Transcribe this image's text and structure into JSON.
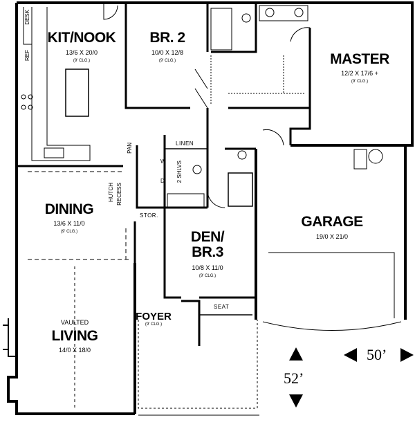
{
  "rooms": {
    "kit_nook": {
      "name": "KIT/NOOK",
      "dims": "13/6 X 20/0",
      "clg": "(9' CLG.)"
    },
    "br2": {
      "name": "BR. 2",
      "dims": "10/0 X 12/8",
      "clg": "(9' CLG.)"
    },
    "master": {
      "name": "MASTER",
      "dims": "12/2 X 17/6 +",
      "clg": "(9' CLG.)"
    },
    "dining": {
      "name": "DINING",
      "dims": "13/6 X 11/0",
      "clg": "(9' CLG.)"
    },
    "den": {
      "name1": "DEN/",
      "name2": "BR.3",
      "dims": "10/8 X 11/0",
      "clg": "(9' CLG.)"
    },
    "garage": {
      "name": "GARAGE",
      "dims": "19/0 X 21/0"
    },
    "foyer": {
      "name": "FOYER",
      "clg": "(9' CLG.)"
    },
    "living": {
      "prefix": "VAULTED",
      "name": "LIVING",
      "dims": "14/0 X 18/0"
    }
  },
  "labels": {
    "desk": "DESK",
    "ref": "REF",
    "pan": "PAN",
    "hutch1": "HUTCH",
    "hutch2": "RECESS",
    "linen": "LINEN",
    "shelves": "2 SHLVS",
    "dw_d": "D",
    "dw_w": "W",
    "stor": "STOR.",
    "seat": "SEAT"
  },
  "dimensions": {
    "width": "50’",
    "depth": "52’"
  }
}
